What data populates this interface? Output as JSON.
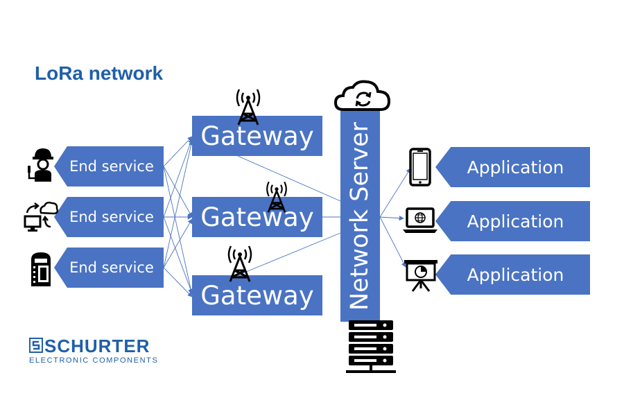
{
  "title": "LoRa network",
  "end_services": [
    {
      "label": "End service",
      "icon": "worker-icon"
    },
    {
      "label": "End service",
      "icon": "cloud-monitor-sync-icon"
    },
    {
      "label": "End service",
      "icon": "smart-meter-icon"
    }
  ],
  "gateways": [
    {
      "label": "Gateway",
      "icon": "cell-tower-icon"
    },
    {
      "label": "Gateway",
      "icon": "cell-tower-icon"
    },
    {
      "label": "Gateway",
      "icon": "cell-tower-icon"
    }
  ],
  "network_server": {
    "label": "Network Server",
    "icons": [
      "cloud-sync-icon",
      "server-rack-icon"
    ]
  },
  "applications": [
    {
      "label": "Application",
      "icon": "smartphone-icon"
    },
    {
      "label": "Application",
      "icon": "laptop-globe-icon"
    },
    {
      "label": "Application",
      "icon": "presentation-board-icon"
    }
  ],
  "logo": {
    "wordmark": "SCHURTER",
    "tagline": "ELECTRONIC COMPONENTS"
  },
  "colors": {
    "box": "#4a73c3",
    "title": "#1f5fa8",
    "connector": "#4a73c3",
    "icon": "#000000"
  }
}
